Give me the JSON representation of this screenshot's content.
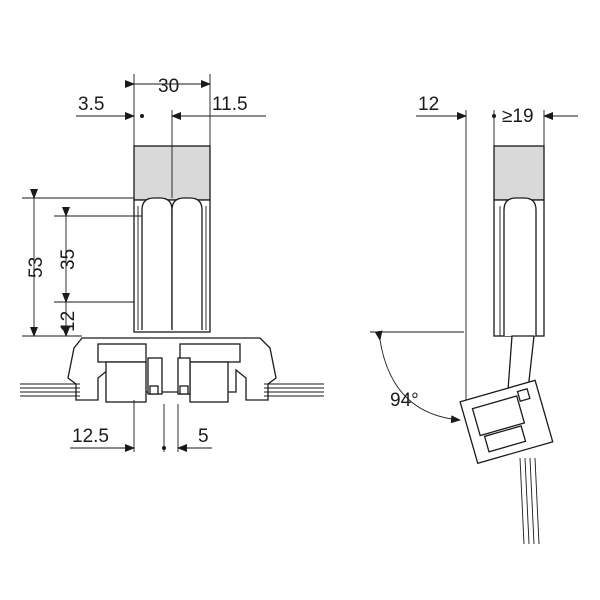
{
  "dimensions": {
    "width_total": "30",
    "left_offset": "3.5",
    "right_offset": "11.5",
    "height_53": "53",
    "height_35": "35",
    "height_12": "12",
    "bottom_left": "12.5",
    "bottom_right": "5",
    "side_offset": "12",
    "side_min_thickness": "≥19",
    "opening_angle": "94°"
  },
  "colors": {
    "line": "#1a1a1a",
    "panel_fill": "#d9d9d9",
    "background": "#ffffff"
  }
}
